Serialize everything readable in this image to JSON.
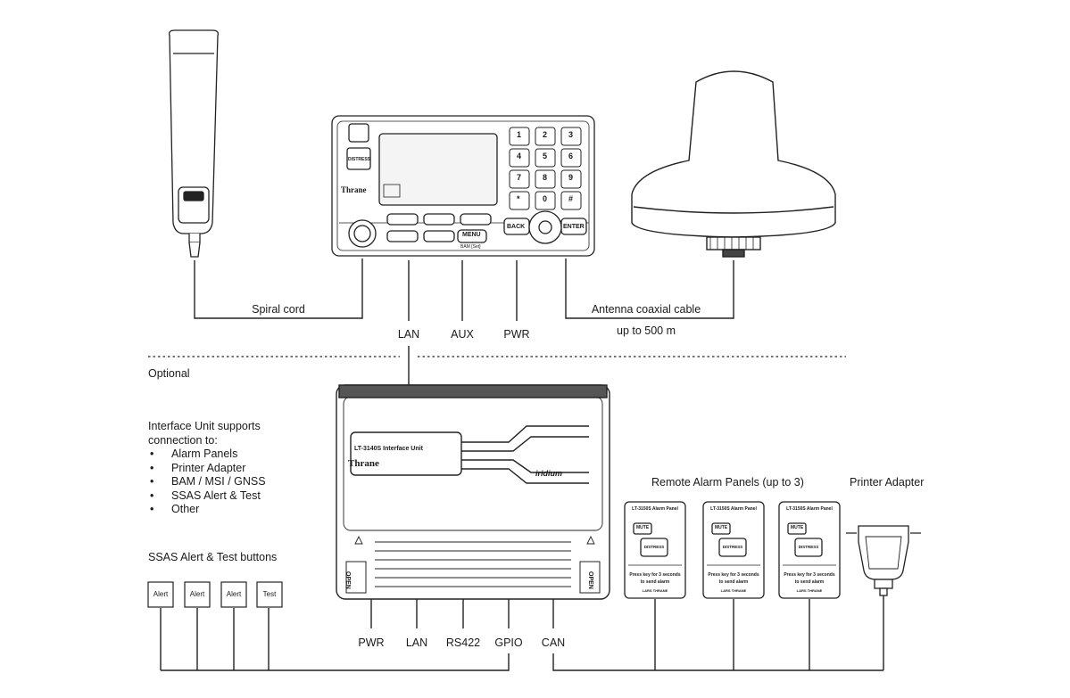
{
  "labels": {
    "spiral_cord": "Spiral cord",
    "antenna_cable": "Antenna coaxial cable",
    "antenna_length": "up to 500 m",
    "lan_top": "LAN",
    "aux": "AUX",
    "pwr_top": "PWR",
    "optional": "Optional",
    "remote_alarm_panels": "Remote Alarm Panels (up to 3)",
    "printer_adapter": "Printer Adapter",
    "ssas_buttons": "SSAS Alert & Test buttons",
    "pwr_bottom": "PWR",
    "lan_bottom": "LAN",
    "rs422": "RS422",
    "gpio": "GPIO",
    "can": "CAN"
  },
  "interface_info": {
    "heading_line1": "Interface Unit supports",
    "heading_line2": "connection to:",
    "items": [
      "Alarm Panels",
      "Printer Adapter",
      "BAM / MSI / GNSS",
      "SSAS Alert & Test",
      "Other"
    ]
  },
  "ssas_buttons": [
    "Alert",
    "Alert",
    "Alert",
    "Test"
  ],
  "control_unit": {
    "keypad": [
      [
        "1",
        "2",
        "3"
      ],
      [
        "4",
        "5",
        "6"
      ],
      [
        "7",
        "8",
        "9"
      ],
      [
        "*",
        "0",
        "#"
      ]
    ],
    "distress_key": "DISTRESS",
    "back_key": "BACK",
    "enter_key": "ENTER",
    "menu_key": "MENU",
    "bam_label": "BAM [Set]",
    "brand": "Thrane"
  },
  "interface_unit": {
    "model_label": "LT-3140S Interface Unit",
    "brand": "Thrane",
    "iridium": "iridium",
    "open_left": "OPEN",
    "open_right": "OPEN"
  },
  "alarm_panel": {
    "title": "LT-3150S Alarm Panel",
    "mute": "MUTE",
    "distress": "DISTRESS",
    "instruction_line1": "Press key for 3 seconds",
    "instruction_line2": "to send alarm",
    "brand": "LARS THRANE"
  }
}
